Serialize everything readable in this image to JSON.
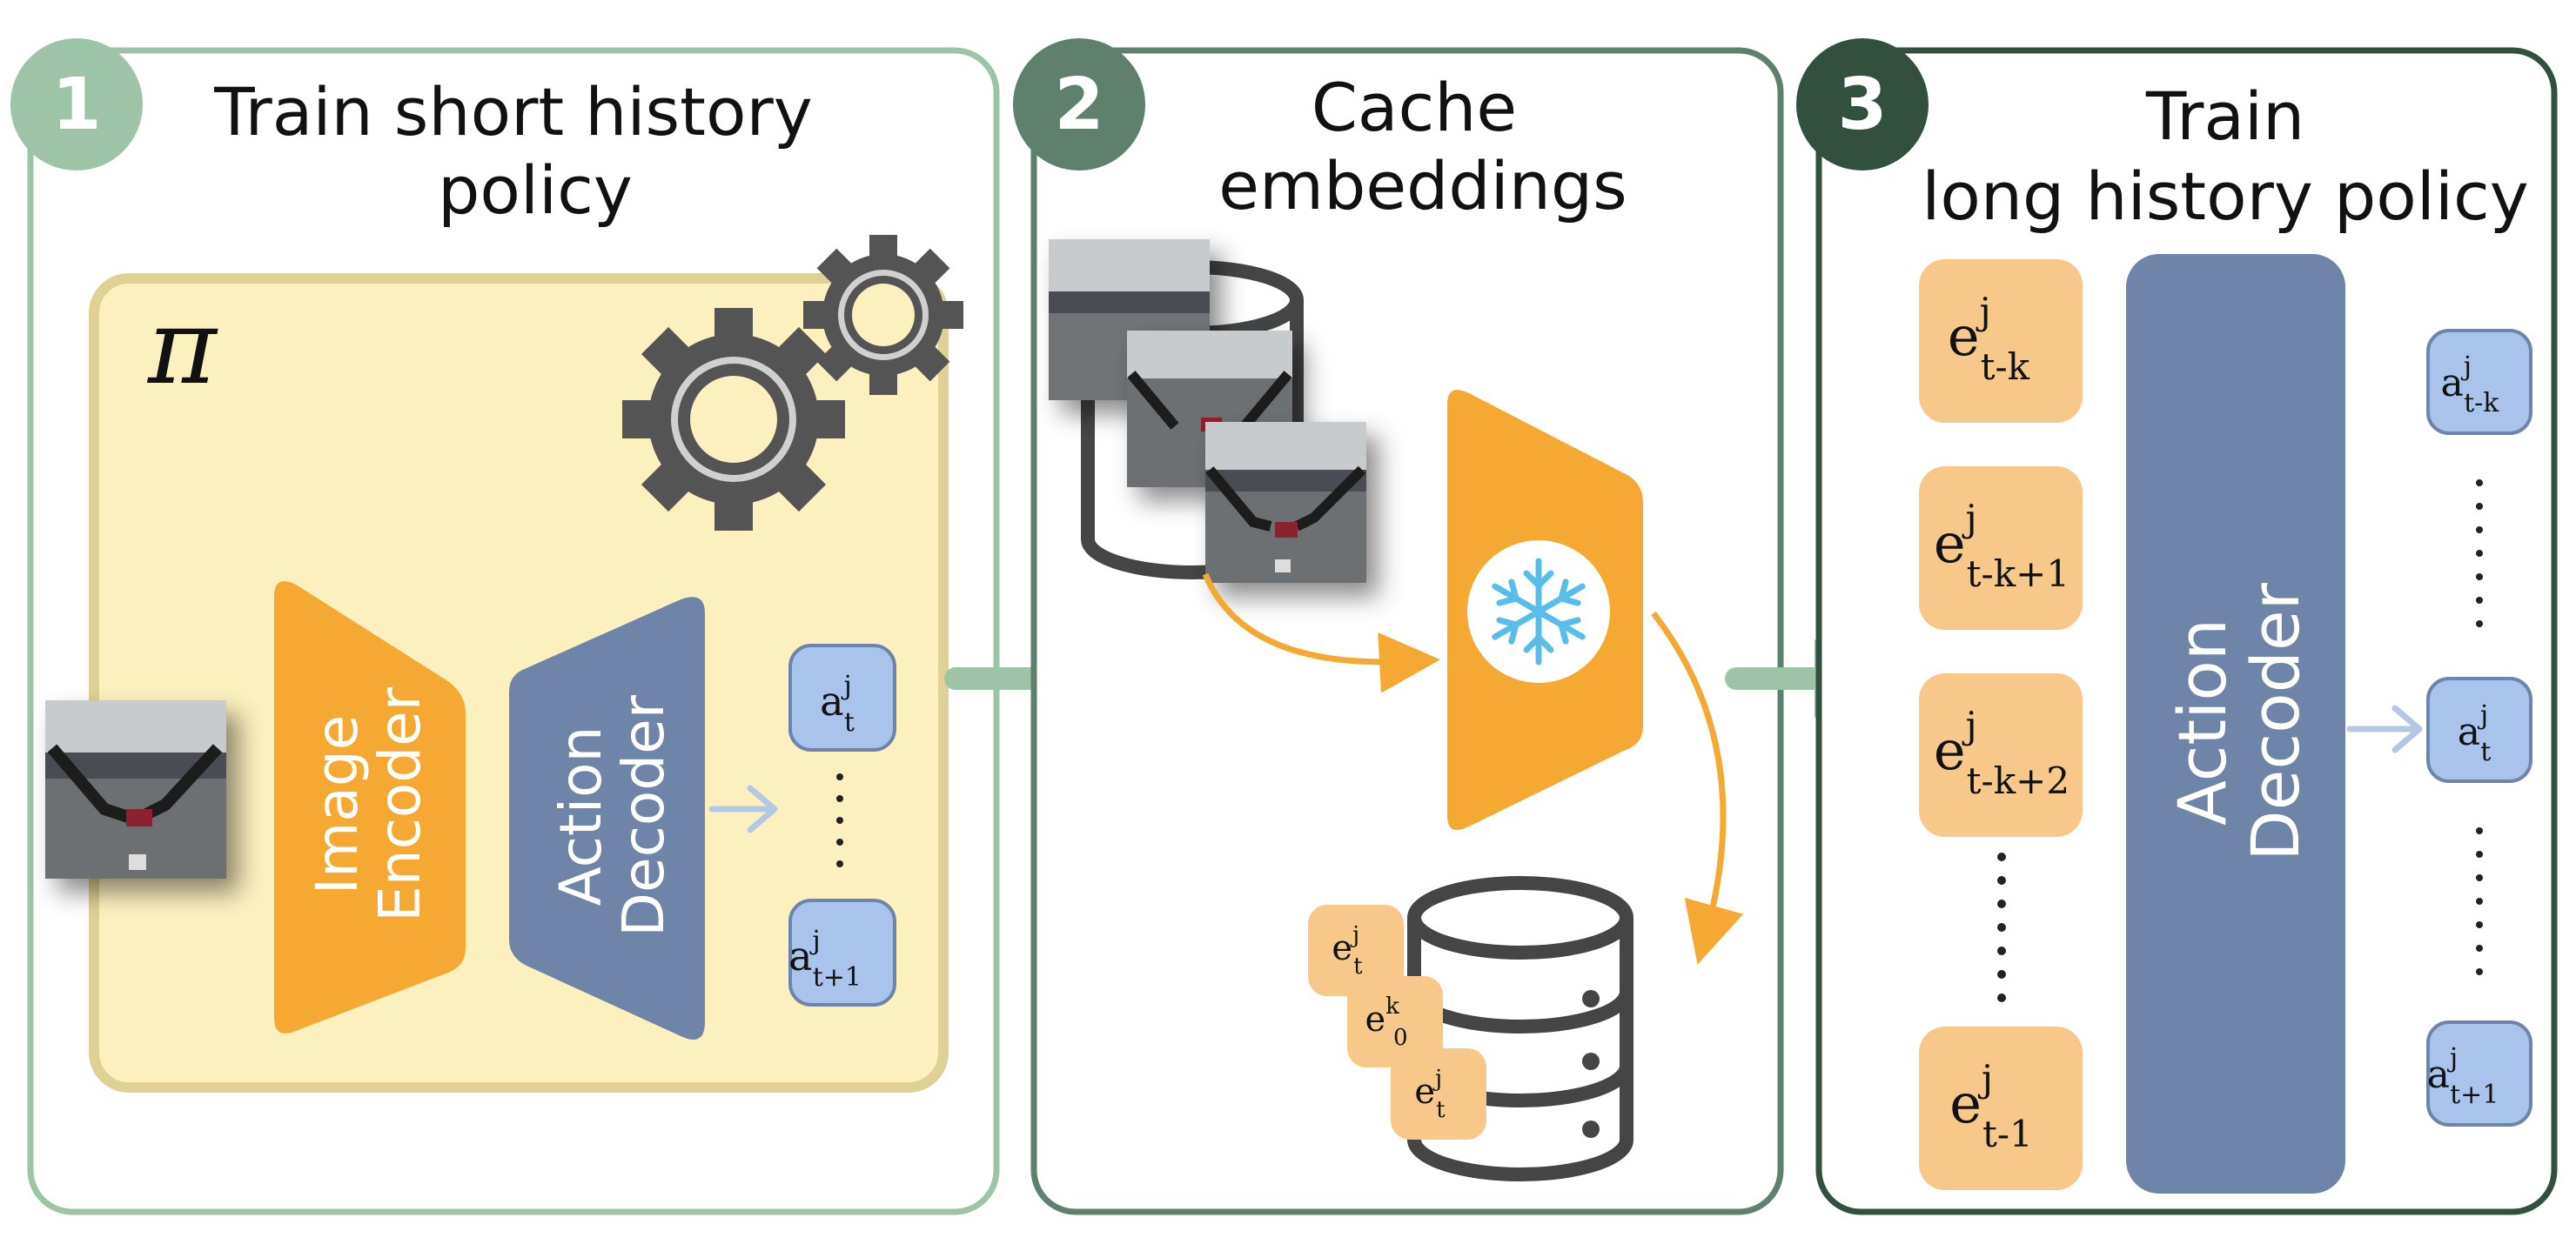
{
  "panels": [
    {
      "number": "1",
      "title_lines": [
        "Train short history",
        "policy"
      ]
    },
    {
      "number": "2",
      "title_lines": [
        "Cache",
        "embeddings"
      ]
    },
    {
      "number": "3",
      "title_lines": [
        "Train",
        "long history policy"
      ]
    }
  ],
  "policy_symbol": "π",
  "blocks": {
    "image_encoder": [
      "Image",
      "Encoder"
    ],
    "action_decoder": [
      "Action",
      "Decoder"
    ]
  },
  "panel1_actions": [
    {
      "base": "a",
      "sup": "j",
      "sub": "t"
    },
    {
      "base": "a",
      "sup": "j",
      "sub": "t+1"
    }
  ],
  "panel2_cached": [
    {
      "base": "e",
      "sup": "j",
      "sub": "t"
    },
    {
      "base": "e",
      "sup": "k",
      "sub": "0"
    },
    {
      "base": "e",
      "sup": "j",
      "sub": "t"
    }
  ],
  "panel3_embeddings": [
    {
      "base": "e",
      "sup": "j",
      "sub": "t-k"
    },
    {
      "base": "e",
      "sup": "j",
      "sub": "t-k+1"
    },
    {
      "base": "e",
      "sup": "j",
      "sub": "t-k+2"
    },
    {
      "base": "e",
      "sup": "j",
      "sub": "t-1"
    }
  ],
  "panel3_actions": [
    {
      "base": "a",
      "sup": "j",
      "sub": "t-k"
    },
    {
      "base": "a",
      "sup": "j",
      "sub": "t"
    },
    {
      "base": "a",
      "sup": "j",
      "sub": "t+1"
    }
  ],
  "colors": {
    "panel1_border": "#9ec4a8",
    "panel2_border": "#5e806c",
    "panel3_border": "#33503f",
    "badge1": "#9ec4a8",
    "badge2": "#5e806c",
    "badge3": "#33503f",
    "policy_bg": "#fdf0bf",
    "policy_border": "#dfd094",
    "encoder_orange": "#f5a932",
    "decoder_blue": "#6e84a8",
    "action_box": "#a9c4ec",
    "embedding_orange": "#f8c88a",
    "arrow_green": "#9ec4a8",
    "gear_grey": "#545454",
    "snowflake": "#58bde8"
  }
}
